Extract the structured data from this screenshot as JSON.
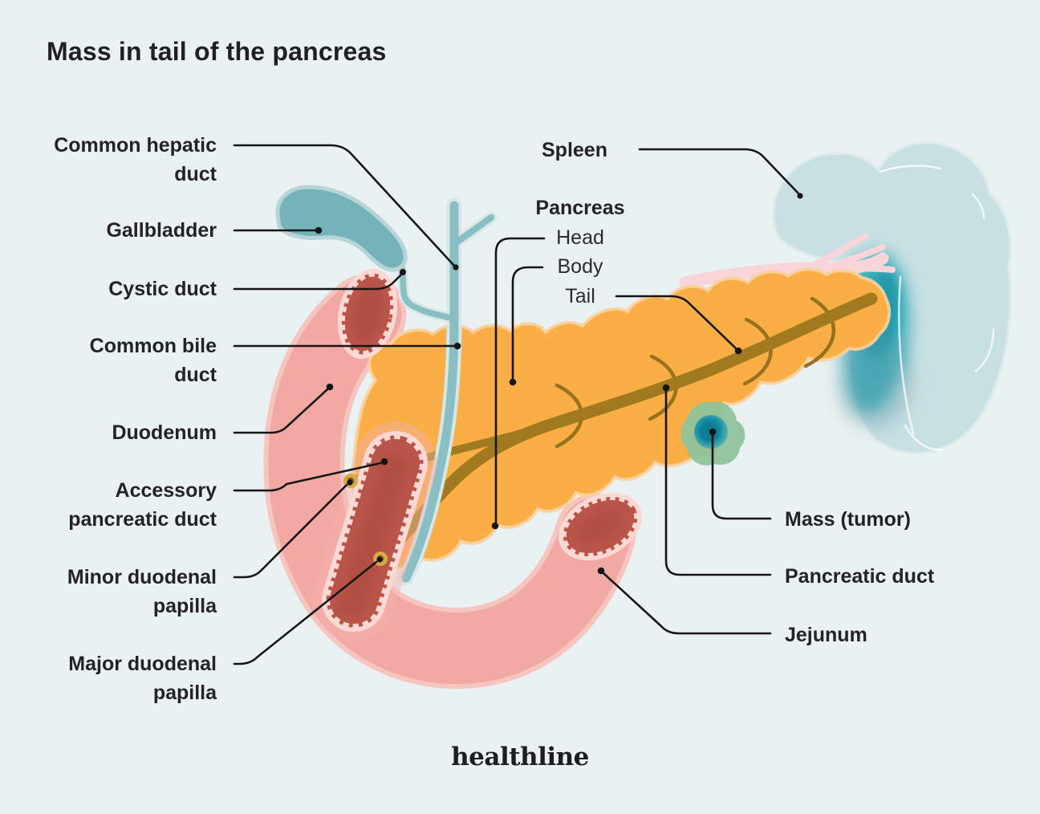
{
  "title": "Mass in tail of the pancreas",
  "brand": {
    "wordmark": "healthline"
  },
  "labels": {
    "common_hepatic": {
      "line1": "Common hepatic",
      "line2": "duct"
    },
    "gallbladder": "Gallbladder",
    "cystic_duct": "Cystic duct",
    "common_bile": {
      "line1": "Common bile",
      "line2": "duct"
    },
    "duodenum": "Duodenum",
    "accessory": {
      "line1": "Accessory",
      "line2": "pancreatic duct"
    },
    "minor_papilla": {
      "line1": "Minor duodenal",
      "line2": "papilla"
    },
    "major_papilla": {
      "line1": "Major duodenal",
      "line2": "papilla"
    },
    "spleen": "Spleen",
    "pancreas": "Pancreas",
    "pancreas_head": "Head",
    "pancreas_body": "Body",
    "pancreas_tail": "Tail",
    "mass_tumor": "Mass (tumor)",
    "pancreatic_duct": "Pancreatic duct",
    "jejunum": "Jejunum"
  },
  "colors": {
    "background": "#e9f1f2",
    "text": "#232228",
    "leader_line": "#161616",
    "pancreas": "#f9ae46",
    "pancreas_lobule": "#f8d295",
    "duct_brown": "#a17a1f",
    "bile_duct_teal": "#88bec4",
    "gallbladder_teal": "#74b3b9",
    "spleen": "#c9e0e3",
    "spleen_hilum": "#2fa9b8",
    "duodenum_pink": "#f2a9a4",
    "duodenum_rim": "#f7c5c0",
    "lumen_red": "#b95549",
    "vessel_pink": "#f8d5d9",
    "tumor_core": "#0d7d95",
    "tumor_halo": "#8fc39c",
    "papilla_ring": "#d7ab43"
  }
}
